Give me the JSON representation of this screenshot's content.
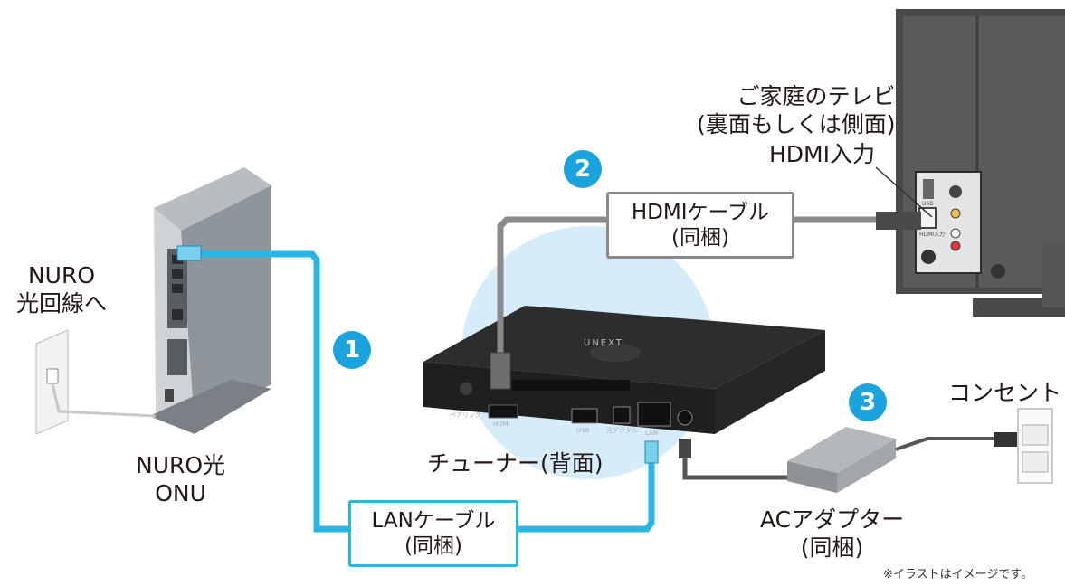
{
  "labels": {
    "nuro_line": [
      "NURO",
      "光回線へ"
    ],
    "onu": [
      "NURO光",
      "ONU"
    ],
    "tv": [
      "ご家庭のテレビ",
      "(裏面もしくは側面)"
    ],
    "hdmi_input": "HDMI入力",
    "tuner": "チューナー(背面)",
    "outlet": "コンセント",
    "ac_adapter": [
      "ACアダプター",
      "(同梱)"
    ]
  },
  "cable_boxes": {
    "hdmi": [
      "HDMIケーブル",
      "(同梱)"
    ],
    "lan": [
      "LANケーブル",
      "(同梱)"
    ]
  },
  "badges": {
    "hdmi": "2",
    "lan": "1",
    "ac": "3"
  },
  "device_text": {
    "tuner_logo": "UNEXT",
    "pairing": "ペアリング",
    "hdmi_port": "HDMI",
    "usb_port": "USB",
    "digital_port": "光デジタル",
    "lan_port": "LAN",
    "tv_usb": "USB",
    "tv_hdmi": "HDMI入力"
  },
  "footnote": "※イラストはイメージです。",
  "colors": {
    "lan_cable": "#29b6e5",
    "hdmi_cable": "#8a8a8a",
    "badge": "#1aa3dc",
    "glow": "#d6ecfa"
  }
}
